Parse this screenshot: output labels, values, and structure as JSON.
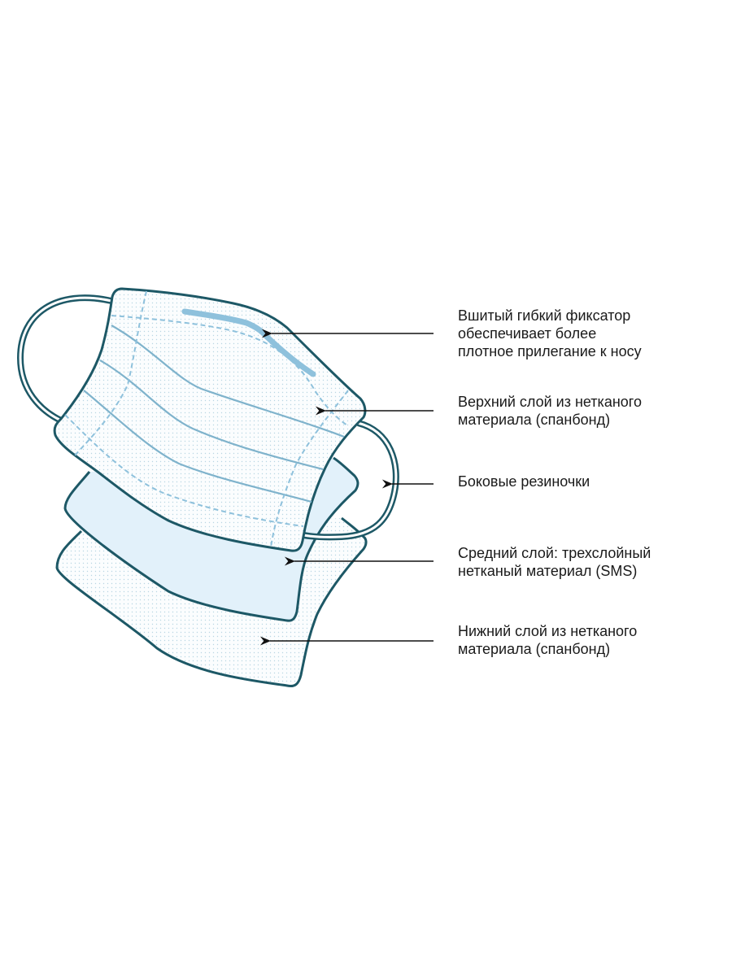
{
  "colors": {
    "outline": "#1d5866",
    "pleat": "#7fb3cc",
    "wire": "#8ec1dc",
    "middle_fill": "#e2f1fa",
    "arrow": "#111111"
  },
  "labels": [
    {
      "name": "nose-wire",
      "lines": [
        "Вшитый гибкий фиксатор",
        "обеспечивает более",
        "плотное прилегание к носу"
      ]
    },
    {
      "name": "top-layer",
      "lines": [
        "Верхний слой из нетканого",
        "материала (спанбонд)"
      ]
    },
    {
      "name": "ear-loops",
      "lines": [
        "Боковые резиночки"
      ]
    },
    {
      "name": "middle-layer",
      "lines": [
        "Средний слой: трехслойный",
        "нетканый материал (SMS)"
      ]
    },
    {
      "name": "bottom-layer",
      "lines": [
        "Нижний слой из нетканого",
        "материала (спанбонд)"
      ]
    }
  ]
}
